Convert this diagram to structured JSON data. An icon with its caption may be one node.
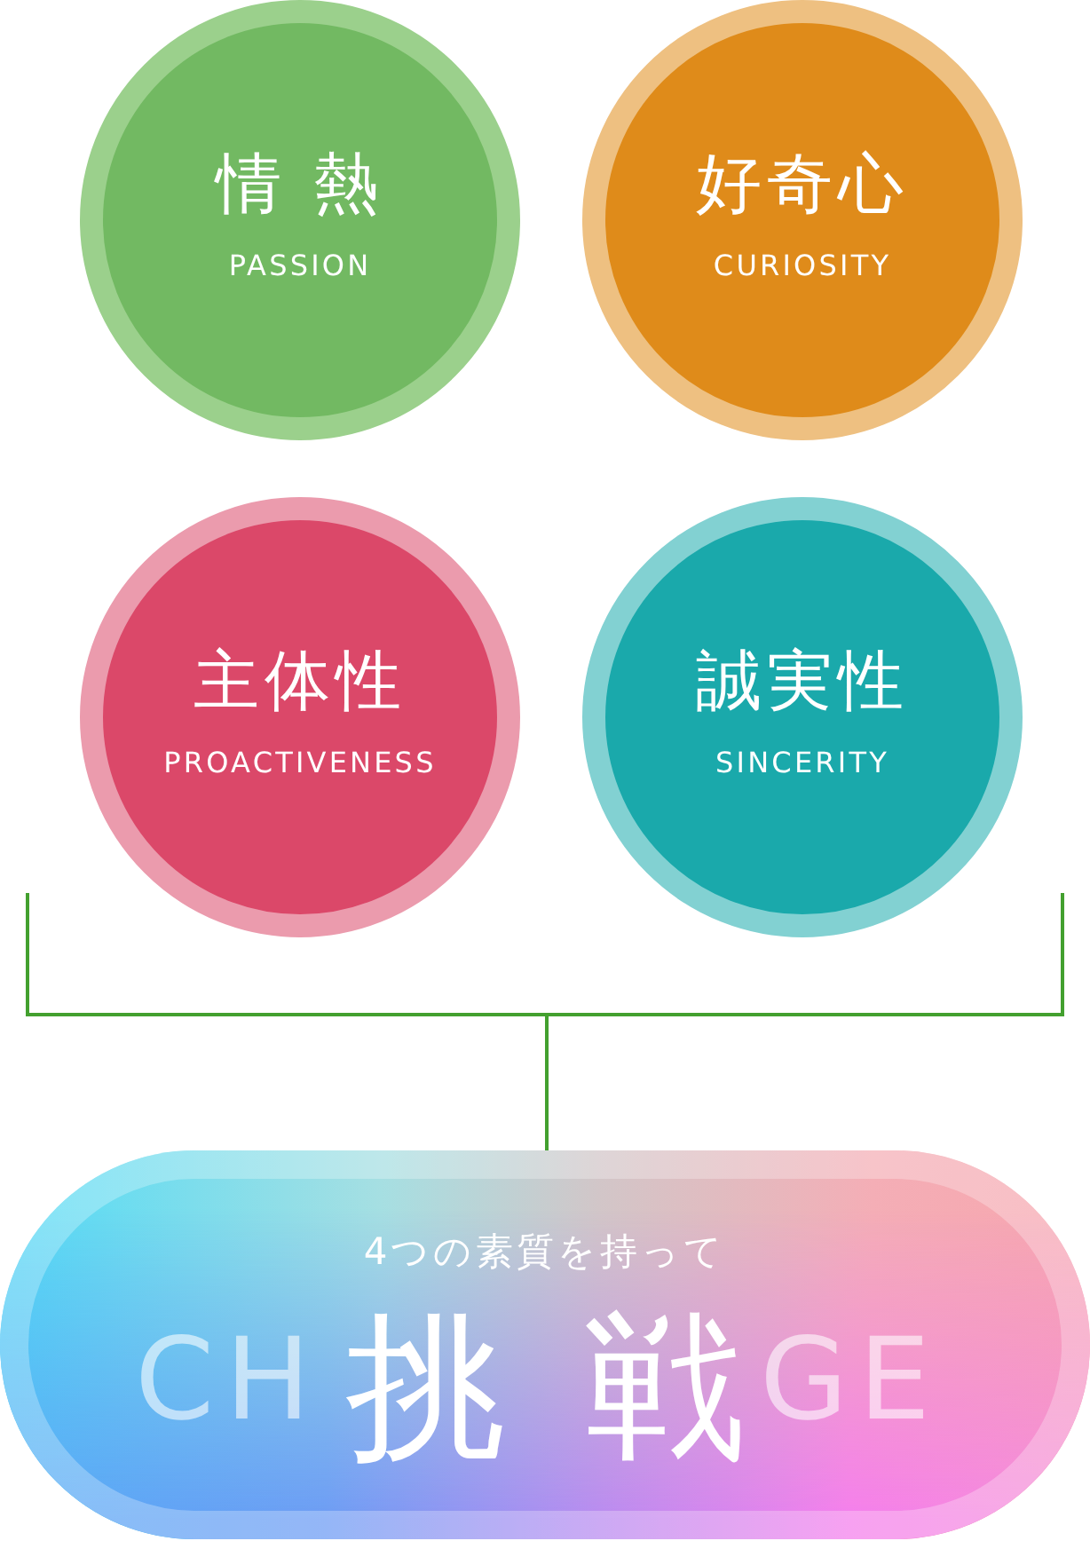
{
  "diagram": {
    "nodes": [
      {
        "text": [
          "情 熱",
          "PASSION"
        ]
      },
      {
        "text": [
          "好奇心",
          "CURIOSITY"
        ]
      },
      {
        "text": [
          "主体性",
          "PROACTIVENESS"
        ]
      },
      {
        "text": [
          "誠実性",
          "SINCERITY"
        ]
      },
      {
        "text": [
          "4つの素質を持って",
          "CH",
          "挑 戦",
          "GE"
        ]
      }
    ]
  }
}
